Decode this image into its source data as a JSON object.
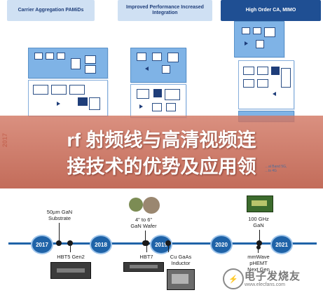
{
  "banners": {
    "left": "Carrier Aggregation PAMiDs",
    "middle": "Improved Performance Increased Integration",
    "right": "High Order CA, MIMO"
  },
  "side_year": "2017",
  "side_note": "…al Band 5G,\n…ts 4G",
  "title": {
    "line1": "rf 射频线与高清视频连",
    "line2": "接技术的优势及应用领"
  },
  "timeline": {
    "years": [
      "2017",
      "2018",
      "2019",
      "2020",
      "2021"
    ],
    "above": [
      {
        "text": "50µm GaN\nSubstrate"
      },
      {
        "text": "4\" to 6\"\nGaN Wafer"
      },
      {
        "text": "100 GHz\nGaN"
      }
    ],
    "below": [
      {
        "text": "HBT5 Gen2"
      },
      {
        "text": "HBT7"
      },
      {
        "text": "Cu GaAs\nInductor"
      },
      {
        "text": "mmWave\npHEMT\nNext Gen"
      }
    ]
  },
  "watermark": {
    "cn": "电子发烧友",
    "url": "www.elecfans.com"
  },
  "colors": {
    "accent": "#1f63a8",
    "overlay": "#c6705a",
    "banner_dark": "#1f4f93",
    "banner_light": "#cfe0f3"
  }
}
